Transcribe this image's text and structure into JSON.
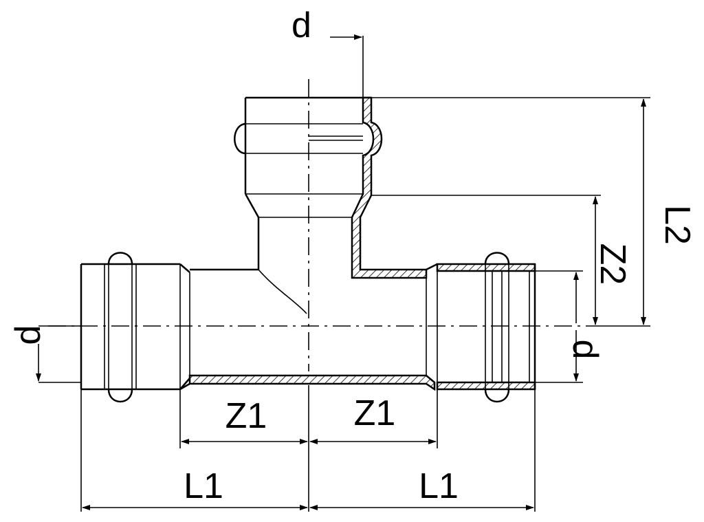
{
  "labels": {
    "d_top": "d",
    "d_left": "d",
    "d_right": "d",
    "l2": "L2",
    "z2": "Z2",
    "z1_left": "Z1",
    "z1_right": "Z1",
    "l1_left": "L1",
    "l1_right": "L1"
  }
}
